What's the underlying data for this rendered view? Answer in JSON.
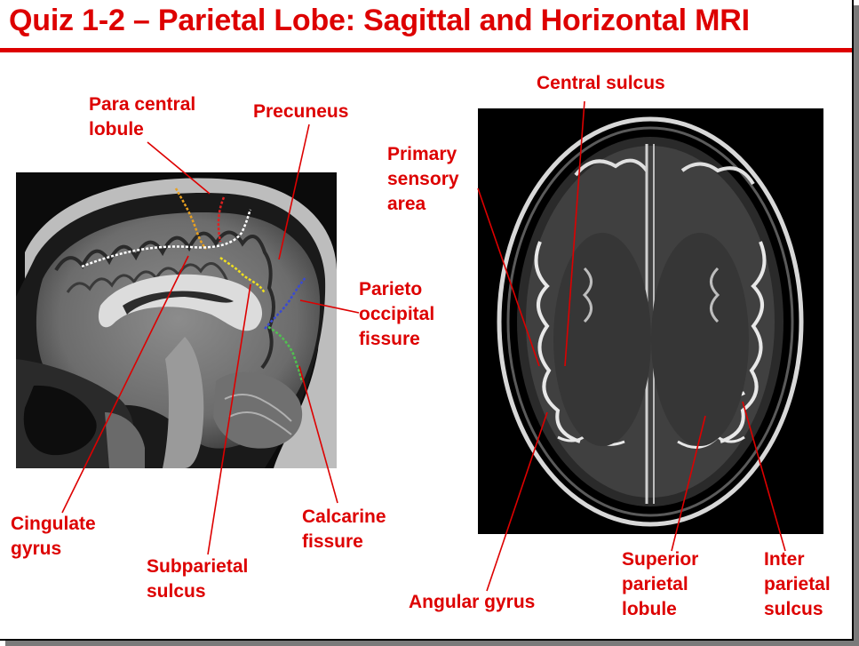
{
  "slide": {
    "title": "Quiz 1-2 – Parietal Lobe: Sagittal and Horizontal MRI"
  },
  "sagittal_labels": {
    "para_central_lobule": "Para central\nlobule",
    "precuneus": "Precuneus",
    "parieto_occipital_fissure": "Parieto\noccipital\nfissure",
    "cingulate_gyrus": "Cingulate\ngyrus",
    "subparietal_sulcus": "Subparietal\nsulcus",
    "calcarine_fissure": "Calcarine\nfissure"
  },
  "horizontal_labels": {
    "central_sulcus": "Central sulcus",
    "primary_sensory_area": "Primary\nsensory\narea",
    "angular_gyrus": "Angular gyrus",
    "superior_parietal_lobule": "Superior\nparietal\nlobule",
    "inter_parietal_sulcus": "Inter\nparietal\nsulcus"
  },
  "colors": {
    "accent": "#dd0000",
    "pointer": "#dd0000",
    "trace_orange": "#e8a020",
    "trace_red": "#e02020",
    "trace_white": "#ffffff",
    "trace_yellow": "#f0e020",
    "trace_blue": "#3a4ad0",
    "trace_green": "#50c050"
  }
}
